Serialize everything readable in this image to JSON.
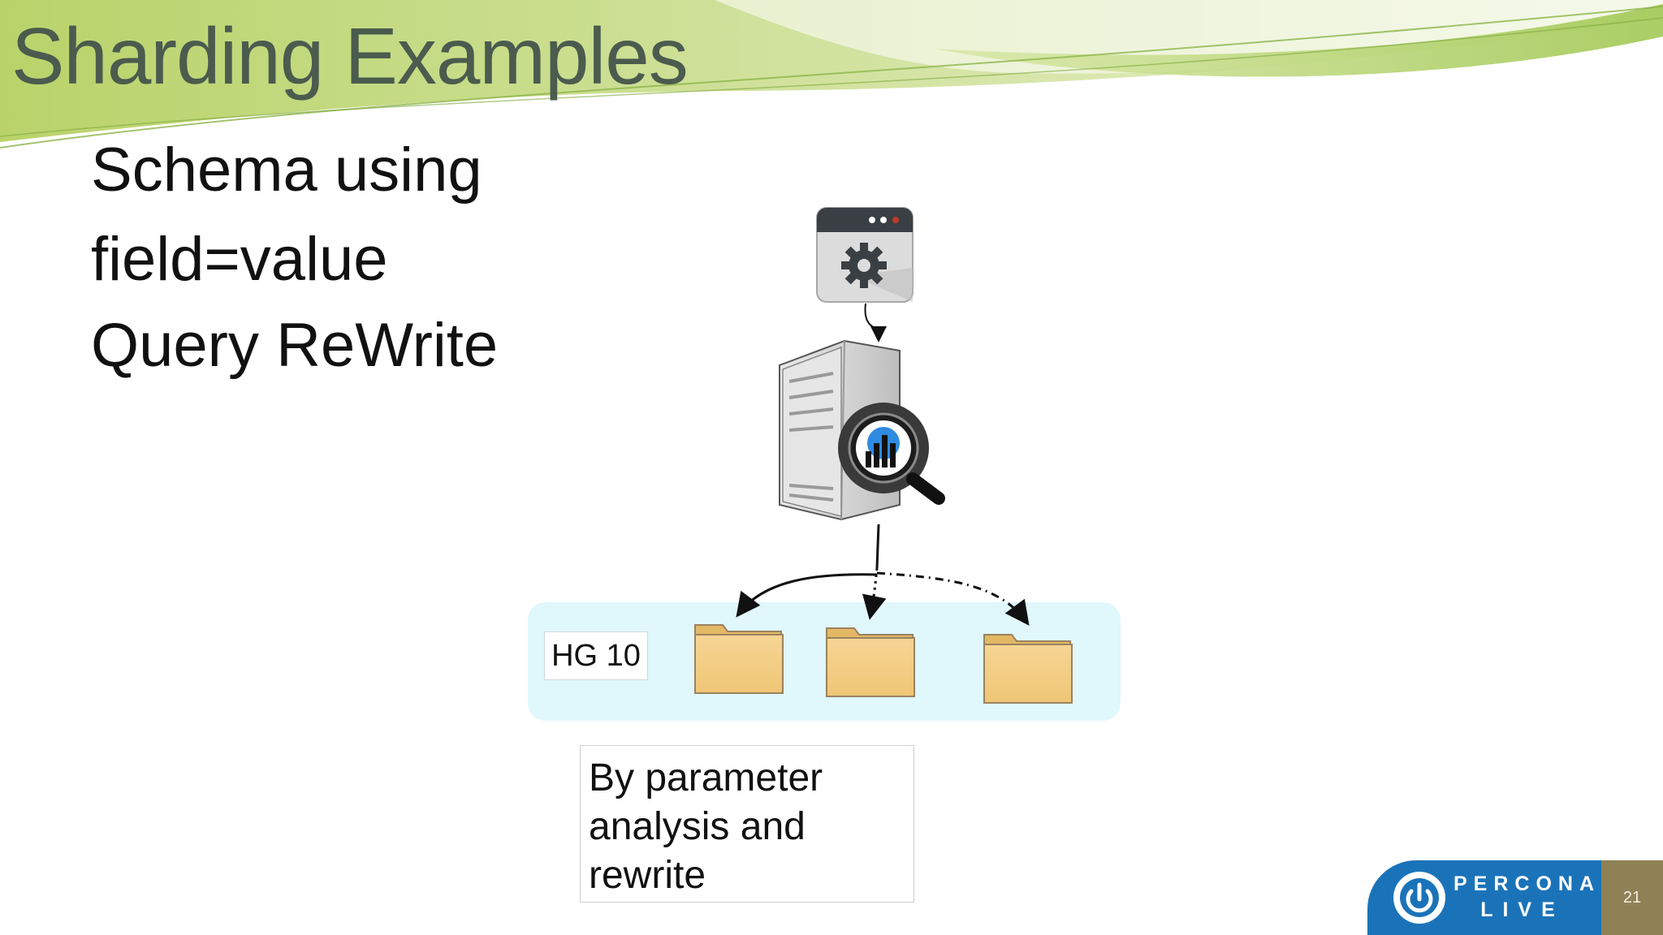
{
  "slide": {
    "title": "Sharding Examples",
    "bullets": [
      "Schema using",
      "field=value",
      "Query ReWrite"
    ],
    "diagram": {
      "hostgroup_label": "HG 10",
      "caption_lines": [
        "By parameter",
        "analysis and",
        "rewrite"
      ],
      "icons": [
        "app-settings-window-icon",
        "proxysql-server-icon",
        "folder-icon",
        "folder-icon",
        "folder-icon"
      ]
    },
    "footer": {
      "logo_line1": "PERCONA",
      "logo_line2": "LIVE",
      "page_number": "21"
    },
    "colors": {
      "title": "#4b5b4e",
      "panel": "#e0f7fc",
      "folder": "#f3cd84",
      "logo_blue": "#1a73b9",
      "page_box": "#8f8156"
    }
  }
}
